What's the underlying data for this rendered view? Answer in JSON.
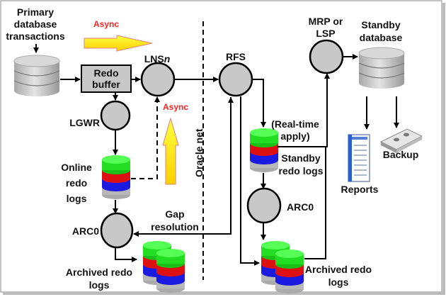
{
  "labels": {
    "primary_line1": "Primary",
    "primary_line2": "database",
    "primary_line3": "transactions",
    "async_top": "Async",
    "async_side": "Async",
    "redo_buffer_line1": "Redo",
    "redo_buffer_line2": "buffer",
    "lnsn": "LNS",
    "lnsn_italic": "n",
    "lgwr": "LGWR",
    "online_line1": "Online",
    "online_line2": "redo",
    "online_line3": "logs",
    "arc0_primary": "ARC0",
    "archived_primary_line1": "Archived redo",
    "archived_primary_line2": "logs",
    "gap_line1": "Gap",
    "gap_line2": "resolution",
    "oracle_net": "Oracle net",
    "rfs": "RFS",
    "realtime_line1": "(Real-time",
    "realtime_line2": "apply)",
    "standby_logs_line1": "Standby",
    "standby_logs_line2": "redo logs",
    "arc0_standby": "ARC0",
    "archived_standby_line1": "Archived redo",
    "archived_standby_line2": "logs",
    "mrp_line1": "MRP or",
    "mrp_line2": "LSP",
    "standby_db_line1": "Standby",
    "standby_db_line2": "database",
    "reports": "Reports",
    "backup": "Backup"
  },
  "colors": {
    "async_text": "#ff2020",
    "async_arrow": "#ffff00",
    "log_green": "#22dd22",
    "log_red": "#dd1111",
    "log_blue": "#1a1ae0",
    "process_fill": "#c8c8c8"
  }
}
